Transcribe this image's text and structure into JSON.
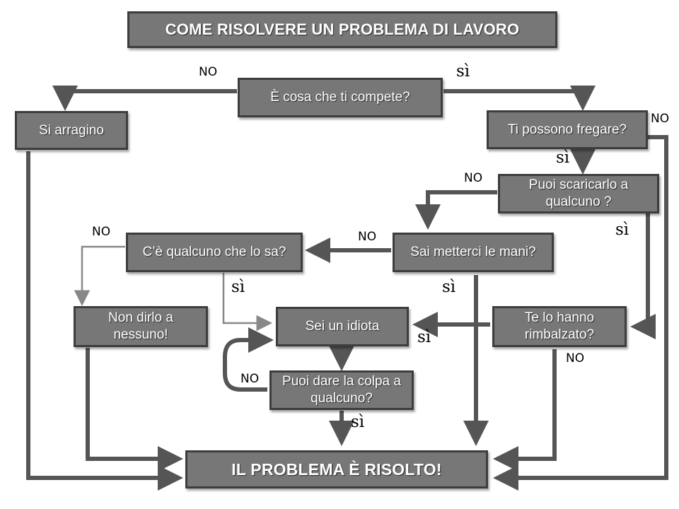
{
  "title": "COME RISOLVERE UN PROBLEMA DI LAVORO",
  "nodes": {
    "q_compete": "È cosa che ti compete?",
    "si_arragino": "Si arragino",
    "q_fregare": "Ti possono fregare?",
    "q_scaricarlo": "Puoi scaricarlo a qualcuno ?",
    "q_mani": "Sai metterci le mani?",
    "q_qualcuno_sa": "C’è qualcuno che lo sa?",
    "non_dirlo": "Non dirlo a nessuno!",
    "idiota": "Sei un idiota",
    "q_rimbalzato": "Te lo hanno rimbalzato?",
    "q_colpa": "Puoi dare  la colpa a qualcuno?",
    "risolto": "IL PROBLEMA È RISOLTO!"
  },
  "labels": {
    "no": "NO",
    "si": "sì"
  },
  "colors": {
    "box_fill": "#777777",
    "box_border": "#3d3d3d",
    "arrow": "#555555",
    "thin_arrow": "#777777"
  }
}
